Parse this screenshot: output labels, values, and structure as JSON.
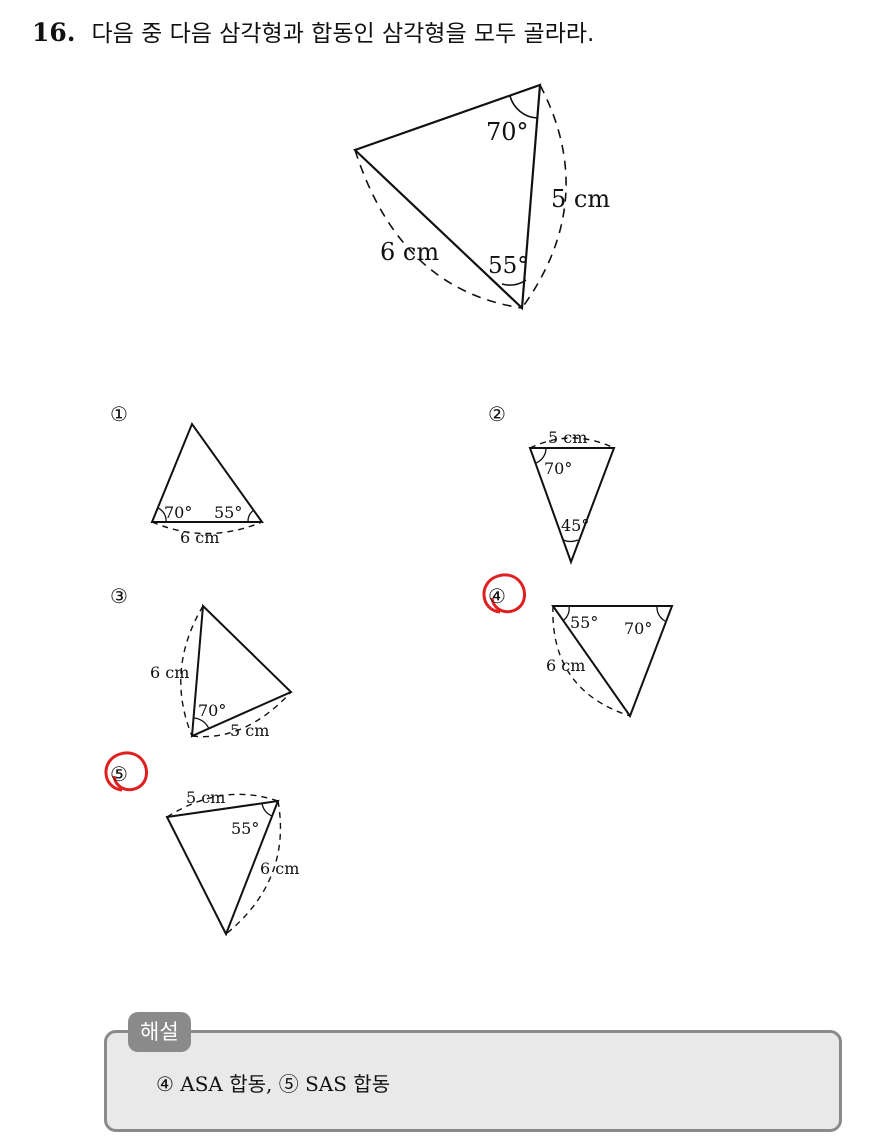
{
  "question": {
    "number": "16.",
    "text": "다음 중 다음 삼각형과 합동인 삼각형을 모두 골라라."
  },
  "reference_triangle": {
    "angle_top": "70°",
    "angle_bottom": "55°",
    "side_right": "5 cm",
    "side_left": "6 cm"
  },
  "options": [
    {
      "marker": "①",
      "angle_left": "70°",
      "angle_right": "55°",
      "side": "6 cm",
      "selected": false
    },
    {
      "marker": "②",
      "side": "5 cm",
      "angle_top": "70°",
      "angle_bottom": "45°",
      "selected": false
    },
    {
      "marker": "③",
      "side_left": "6 cm",
      "angle": "70°",
      "side_bottom": "5 cm",
      "selected": false
    },
    {
      "marker": "④",
      "angle_left": "55°",
      "angle_right": "70°",
      "side": "6 cm",
      "selected": true
    },
    {
      "marker": "⑤",
      "side_top": "5 cm",
      "angle": "55°",
      "side_right": "6 cm",
      "selected": true
    }
  ],
  "selection_color": "#e02020",
  "solution": {
    "tab_label": "해설",
    "text": "④ ASA 합동, ⑤ SAS 합동"
  }
}
